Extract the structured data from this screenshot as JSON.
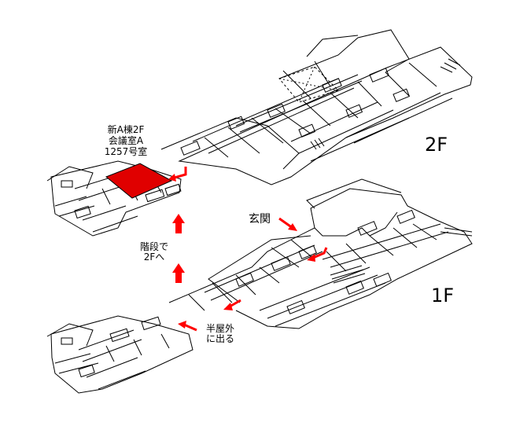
{
  "map": {
    "target": {
      "line1": "新A棟2F",
      "line2": "会議室A",
      "line3": "1257号室",
      "color": "#e00000"
    },
    "floor_labels": {
      "upper": "2F",
      "lower": "1F"
    },
    "entrance": "玄関",
    "stairs_note": {
      "line1": "階段で",
      "line2": "2Fへ"
    },
    "outside_note": {
      "line1": "半屋外",
      "line2": "に出る"
    },
    "arrow_color": "#ff0000",
    "line_color": "#000000"
  }
}
